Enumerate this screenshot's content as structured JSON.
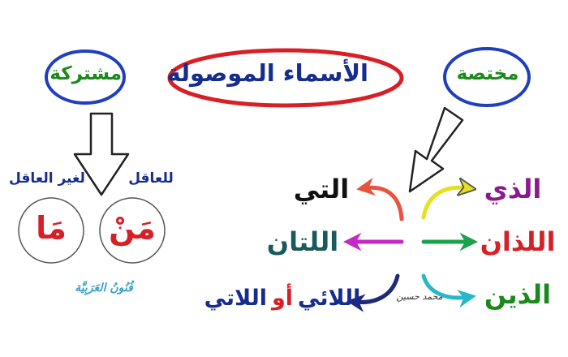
{
  "title": "الأسماء الموصولة",
  "left_category": "مشتركة",
  "right_category": "مختصة",
  "for_rational": "للعاقل",
  "for_irrational": "لغير العاقل",
  "man": "مَنْ",
  "ma": "مَا",
  "brand": "فُنُونُ العَرَبِيَّة",
  "signature": "محمد حسين",
  "masculine": {
    "singular": "الذي",
    "dual": "اللذان",
    "plural": "الذين"
  },
  "feminine": {
    "singular": "التي",
    "dual": "اللتان",
    "plural_a": "اللاتي",
    "or": "أو",
    "plural_b": "اللائي"
  },
  "colors": {
    "ellipse_red": "#d81f26",
    "ellipse_blue": "#1f3fbf",
    "green": "#1a8a1a",
    "purple": "#8b1a8b",
    "red": "#d81f26",
    "navy": "#162d8c",
    "teal": "#1b5a5a",
    "black": "#111111",
    "arrow_red": "#e8533f",
    "arrow_yellow": "#e6e020",
    "arrow_magenta": "#c727c7",
    "arrow_green": "#1aa24a",
    "arrow_cyan": "#25b9c7",
    "arrow_navy": "#1e2a78"
  }
}
